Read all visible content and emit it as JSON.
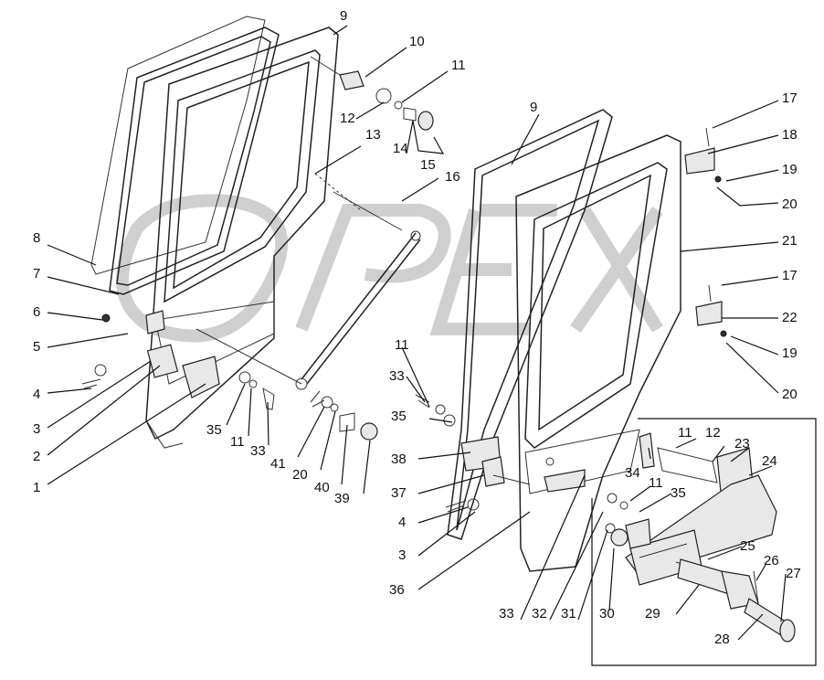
{
  "diagram": {
    "callouts": [
      {
        "id": "c9a",
        "text": "9"
      },
      {
        "id": "c10",
        "text": "10"
      },
      {
        "id": "c11a",
        "text": "11"
      },
      {
        "id": "c12a",
        "text": "12"
      },
      {
        "id": "c13",
        "text": "13"
      },
      {
        "id": "c14",
        "text": "14"
      },
      {
        "id": "c15",
        "text": "15"
      },
      {
        "id": "c16",
        "text": "16"
      },
      {
        "id": "c8",
        "text": "8"
      },
      {
        "id": "c7",
        "text": "7"
      },
      {
        "id": "c6",
        "text": "6"
      },
      {
        "id": "c5",
        "text": "5"
      },
      {
        "id": "c4a",
        "text": "4"
      },
      {
        "id": "c3a",
        "text": "3"
      },
      {
        "id": "c2",
        "text": "2"
      },
      {
        "id": "c1",
        "text": "1"
      },
      {
        "id": "c35a",
        "text": "35"
      },
      {
        "id": "c11b",
        "text": "11"
      },
      {
        "id": "c33a",
        "text": "33"
      },
      {
        "id": "c41",
        "text": "41"
      },
      {
        "id": "c20a",
        "text": "20"
      },
      {
        "id": "c40",
        "text": "40"
      },
      {
        "id": "c39",
        "text": "39"
      },
      {
        "id": "c9b",
        "text": "9"
      },
      {
        "id": "c17a",
        "text": "17"
      },
      {
        "id": "c18",
        "text": "18"
      },
      {
        "id": "c19a",
        "text": "19"
      },
      {
        "id": "c20b",
        "text": "20"
      },
      {
        "id": "c21",
        "text": "21"
      },
      {
        "id": "c17b",
        "text": "17"
      },
      {
        "id": "c22",
        "text": "22"
      },
      {
        "id": "c19b",
        "text": "19"
      },
      {
        "id": "c20c",
        "text": "20"
      },
      {
        "id": "c11c",
        "text": "11"
      },
      {
        "id": "c33b",
        "text": "33"
      },
      {
        "id": "c35b",
        "text": "35"
      },
      {
        "id": "c38",
        "text": "38"
      },
      {
        "id": "c37",
        "text": "37"
      },
      {
        "id": "c4b",
        "text": "4"
      },
      {
        "id": "c3b",
        "text": "3"
      },
      {
        "id": "c36",
        "text": "36"
      },
      {
        "id": "c11d",
        "text": "11"
      },
      {
        "id": "c12b",
        "text": "12"
      },
      {
        "id": "c23",
        "text": "23"
      },
      {
        "id": "c24",
        "text": "24"
      },
      {
        "id": "c34",
        "text": "34"
      },
      {
        "id": "c11e",
        "text": "11"
      },
      {
        "id": "c35c",
        "text": "35"
      },
      {
        "id": "c25",
        "text": "25"
      },
      {
        "id": "c26",
        "text": "26"
      },
      {
        "id": "c27",
        "text": "27"
      },
      {
        "id": "c29",
        "text": "29"
      },
      {
        "id": "c28",
        "text": "28"
      },
      {
        "id": "c33c",
        "text": "33"
      },
      {
        "id": "c32",
        "text": "32"
      },
      {
        "id": "c31",
        "text": "31"
      },
      {
        "id": "c30",
        "text": "30"
      }
    ]
  }
}
